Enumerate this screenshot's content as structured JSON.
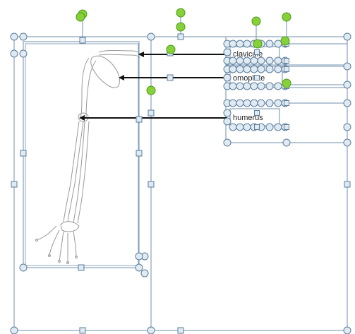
{
  "labels": {
    "clavicule": "clavicule",
    "omoplate": "omoplate",
    "humerus": "humerus"
  },
  "colors": {
    "frame": "#6f8fae",
    "handle_fill": "#dfeaf3",
    "handle_stroke": "#5b7c9a",
    "rotate_handle": "#86d13a",
    "rotate_stroke": "#4c9a16",
    "arrow": "#111111",
    "bone": "#9a9a9a"
  },
  "icons": {
    "selection_handle": "circle-handle",
    "side_handle": "square-handle",
    "rotate_handle": "green-rotate-handle"
  }
}
